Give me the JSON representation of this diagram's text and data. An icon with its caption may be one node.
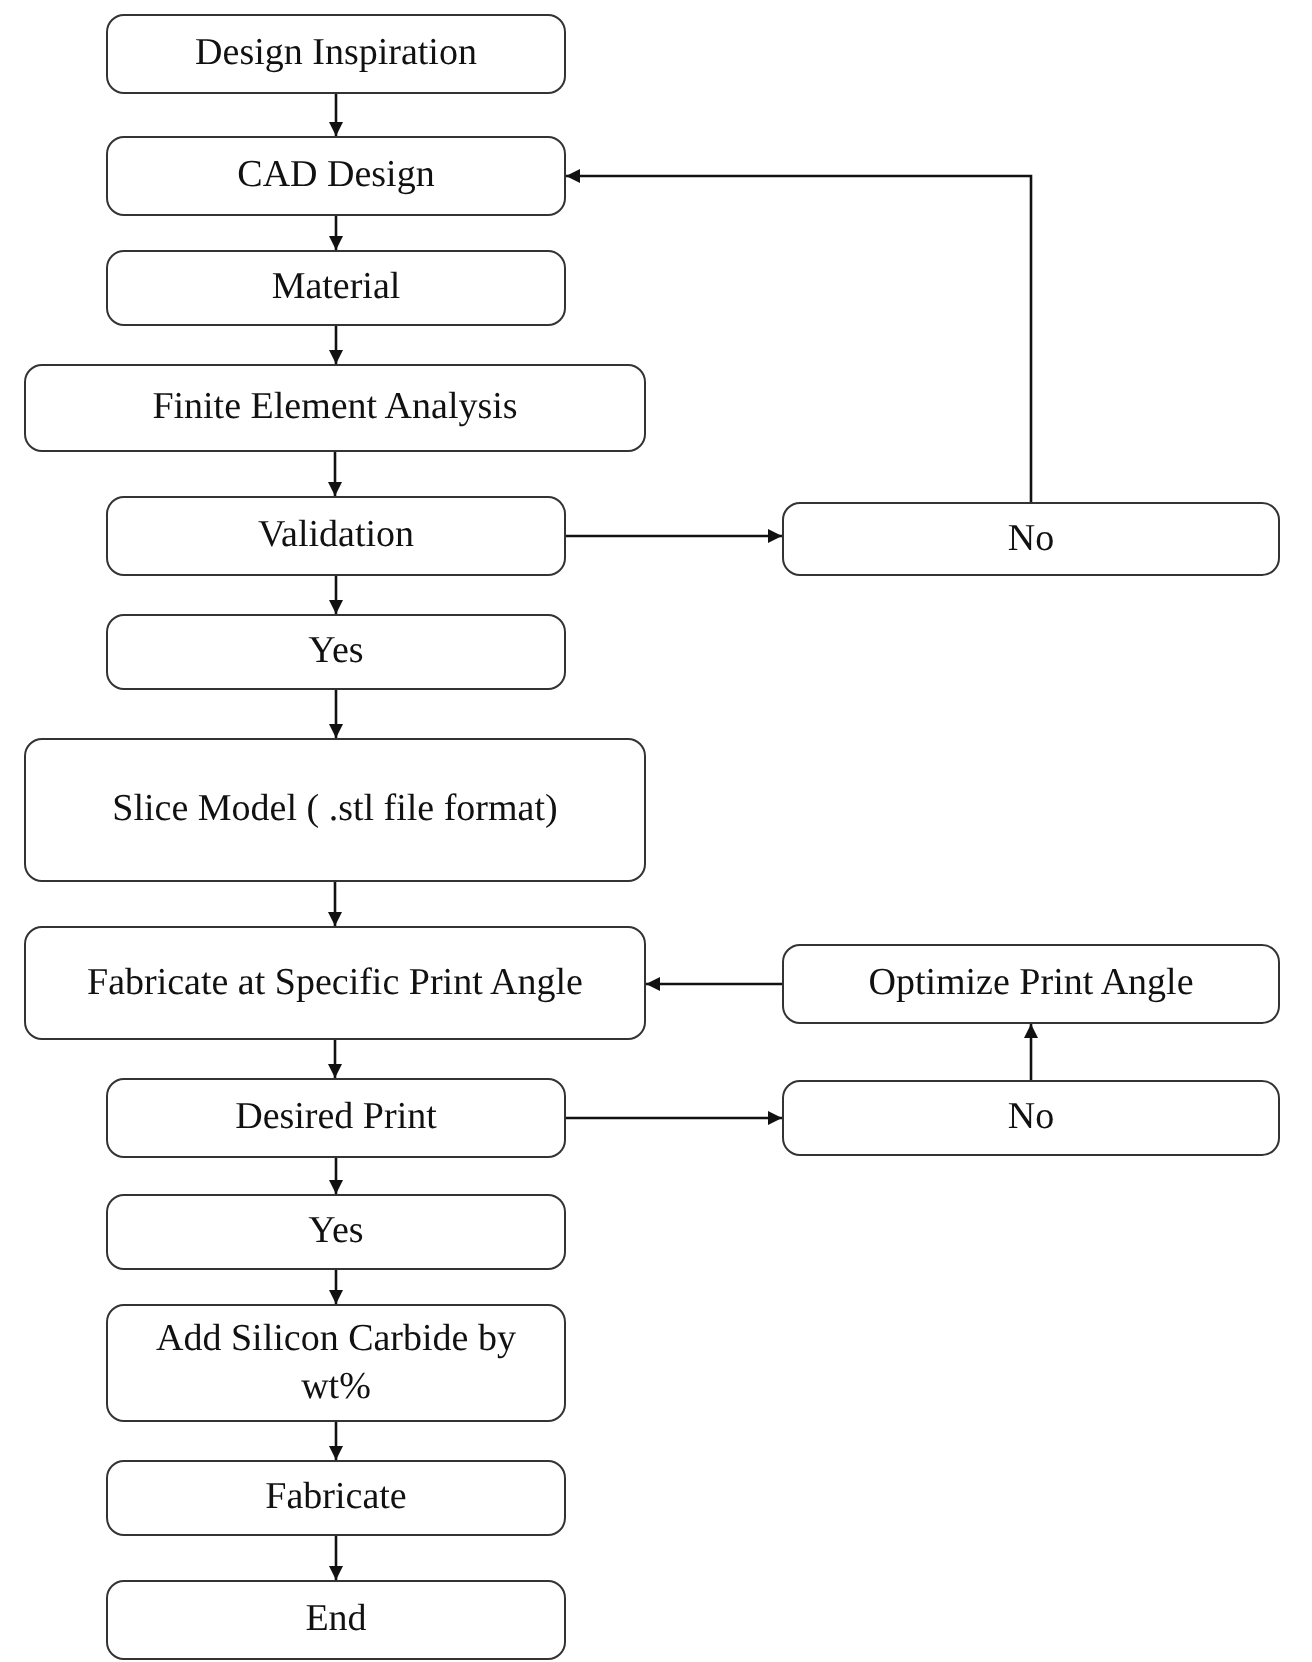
{
  "diagram": {
    "nodes": [
      {
        "text": [
          "Design Inspiration"
        ]
      },
      {
        "text": [
          "CAD Design"
        ]
      },
      {
        "text": [
          "Material"
        ]
      },
      {
        "text": [
          "Finite Element Analysis"
        ]
      },
      {
        "text": [
          "Validation"
        ]
      },
      {
        "text": [
          "No"
        ]
      },
      {
        "text": [
          "Yes"
        ]
      },
      {
        "text": [
          "Slice Model ( .stl file format)"
        ]
      },
      {
        "text": [
          "Fabricate at Specific Print Angle"
        ]
      },
      {
        "text": [
          "Optimize Print Angle"
        ]
      },
      {
        "text": [
          "Desired Print"
        ]
      },
      {
        "text": [
          "No"
        ]
      },
      {
        "text": [
          "Yes"
        ]
      },
      {
        "text": [
          "Add Silicon Carbide by wt%"
        ]
      },
      {
        "text": [
          "Fabricate"
        ]
      },
      {
        "text": [
          "End"
        ]
      }
    ],
    "edges": [
      {
        "from": 0,
        "to": 1,
        "arrow": "to"
      },
      {
        "from": 1,
        "to": 2,
        "arrow": "to"
      },
      {
        "from": 2,
        "to": 3,
        "arrow": "to"
      },
      {
        "from": 3,
        "to": 4,
        "arrow": "to"
      },
      {
        "from": 4,
        "to": 5,
        "arrow": "to"
      },
      {
        "from": 5,
        "to": 1,
        "arrow": "to"
      },
      {
        "from": 4,
        "to": 6,
        "arrow": "to"
      },
      {
        "from": 6,
        "to": 7,
        "arrow": "to"
      },
      {
        "from": 7,
        "to": 8,
        "arrow": "to"
      },
      {
        "from": 8,
        "to": 10,
        "arrow": "to"
      },
      {
        "from": 10,
        "to": 11,
        "arrow": "to"
      },
      {
        "from": 11,
        "to": 9,
        "arrow": "to"
      },
      {
        "from": 9,
        "to": 8,
        "arrow": "to"
      },
      {
        "from": 10,
        "to": 12,
        "arrow": "to"
      },
      {
        "from": 12,
        "to": 13,
        "arrow": "to"
      },
      {
        "from": 13,
        "to": 14,
        "arrow": "to"
      },
      {
        "from": 14,
        "to": 15,
        "arrow": "to"
      }
    ]
  }
}
